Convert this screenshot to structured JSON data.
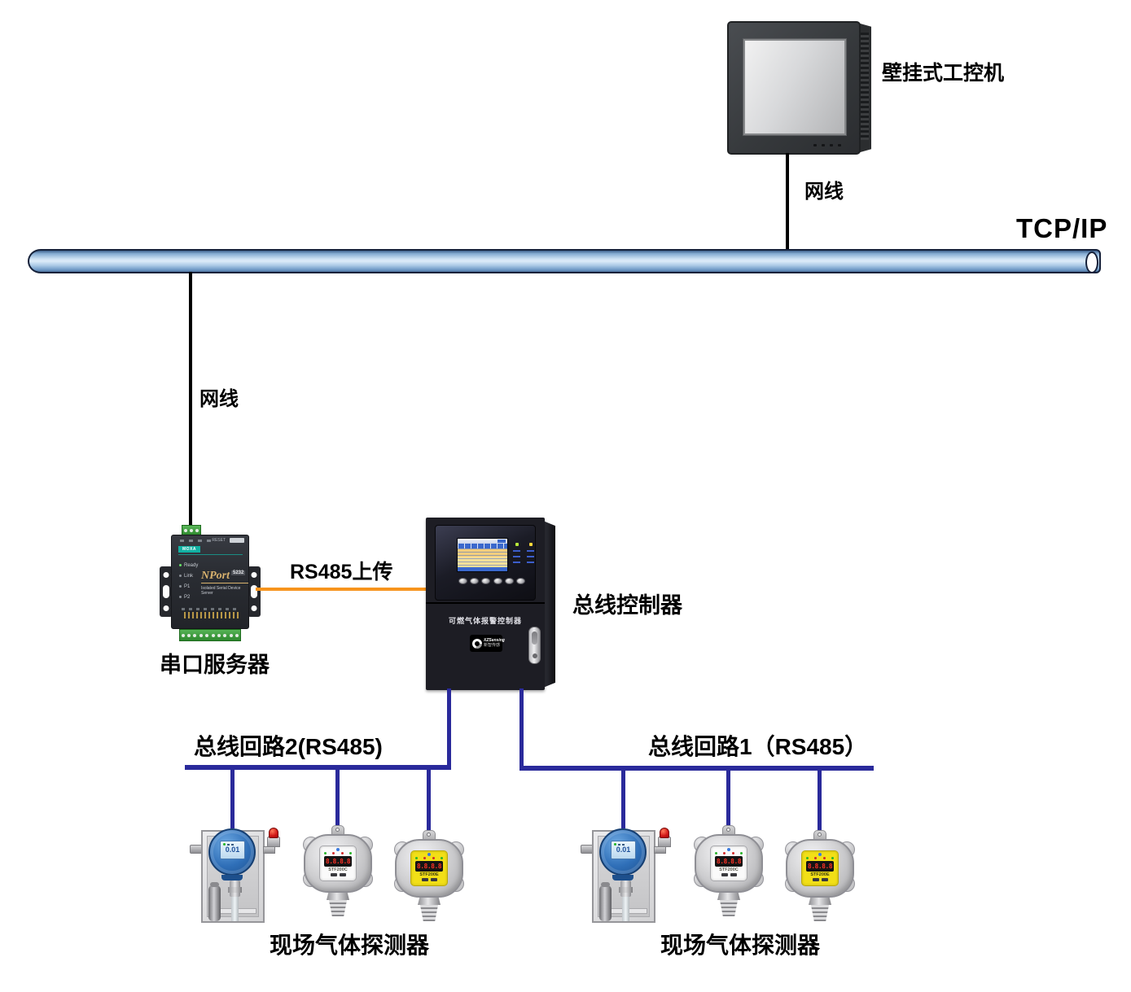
{
  "labels": {
    "monitor": "壁挂式工控机",
    "cable_top": "网线",
    "cable_left": "网线",
    "tcpip": "TCP/IP",
    "rs485_upload": "RS485上传",
    "serial_server": "串口服务器",
    "controller": "总线控制器",
    "loop2": "总线回路2(RS485)",
    "loop1": "总线回路1（RS485）",
    "detectors_left": "现场气体探测器",
    "detectors_right": "现场气体探测器"
  },
  "serial_server": {
    "brand": "MOXA",
    "model": "NPort",
    "model_code": "5232",
    "subtitle": "Isolated Serial Device Server",
    "reset_label": "RESET",
    "leds": [
      "Ready",
      "Link",
      "P1",
      "P2"
    ]
  },
  "controller": {
    "panel_text": "可燃气体报警控制器",
    "logo_text": "XZSensing",
    "logo_sub": "新智传感"
  },
  "detectors": {
    "lcd_value": "0.01",
    "digits": "8.8.8.8",
    "model_silver": "STF200C",
    "model_yellow": "STF200E"
  },
  "colors": {
    "loop_line": "#2a2a9b",
    "rs485_line": "#f7941d",
    "cable": "#000000",
    "tube_border": "#16213a"
  }
}
